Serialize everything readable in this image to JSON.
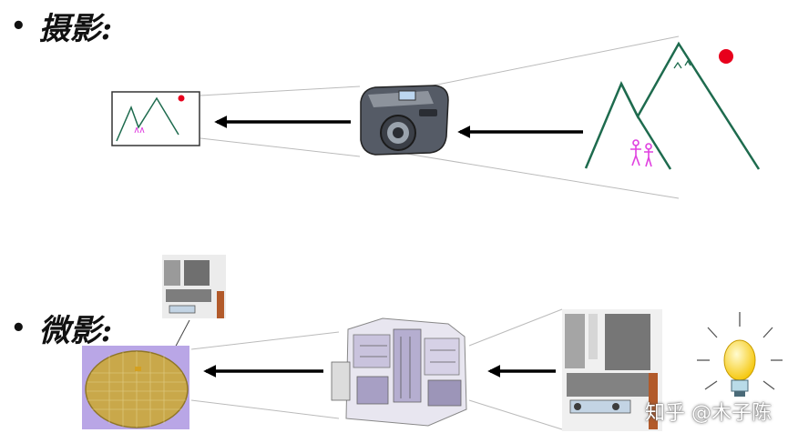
{
  "section_photography": {
    "bullet": "•",
    "title": "摄影:"
  },
  "section_lithography": {
    "bullet": "•",
    "title": "微影:"
  },
  "watermark": {
    "text": "知乎 @木子陈"
  },
  "colors": {
    "mountain": "#1e6b4e",
    "sun": "#e8001c",
    "people": "#e040e0",
    "arrow": "#000000",
    "wafer_bg": "#b9a6e6",
    "wafer": "#c9a84a",
    "bulb": "#ffe24a"
  }
}
